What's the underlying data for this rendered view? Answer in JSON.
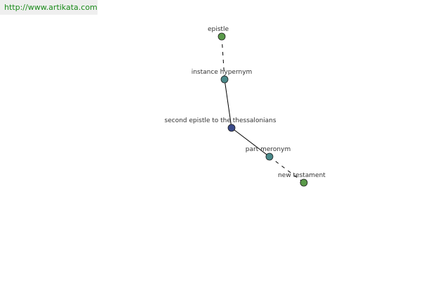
{
  "watermark": "http://www.artikata.com",
  "colors": {
    "background": "#ffffff",
    "watermark_bg": "#efefef",
    "watermark_text": "#1a8b1a",
    "edge": "#000000",
    "label": "#333333",
    "node_term": "#5a9a4a",
    "node_relation": "#4a8a8a",
    "node_center": "#3a4a8a"
  },
  "nodes": [
    {
      "id": "epistle",
      "label": "epistle",
      "kind": "term"
    },
    {
      "id": "instance-hypernym",
      "label": "instance hypernym",
      "kind": "relation"
    },
    {
      "id": "second-epistle",
      "label": "second epistle to the thessalonians",
      "kind": "center"
    },
    {
      "id": "part-meronym",
      "label": "part meronym",
      "kind": "relation"
    },
    {
      "id": "new-testament",
      "label": "new testament",
      "kind": "term"
    }
  ],
  "edges": [
    {
      "from": "epistle",
      "to": "instance-hypernym",
      "style": "dashed"
    },
    {
      "from": "instance-hypernym",
      "to": "second-epistle",
      "style": "solid"
    },
    {
      "from": "second-epistle",
      "to": "part-meronym",
      "style": "solid"
    },
    {
      "from": "part-meronym",
      "to": "new-testament",
      "style": "dashed"
    }
  ]
}
